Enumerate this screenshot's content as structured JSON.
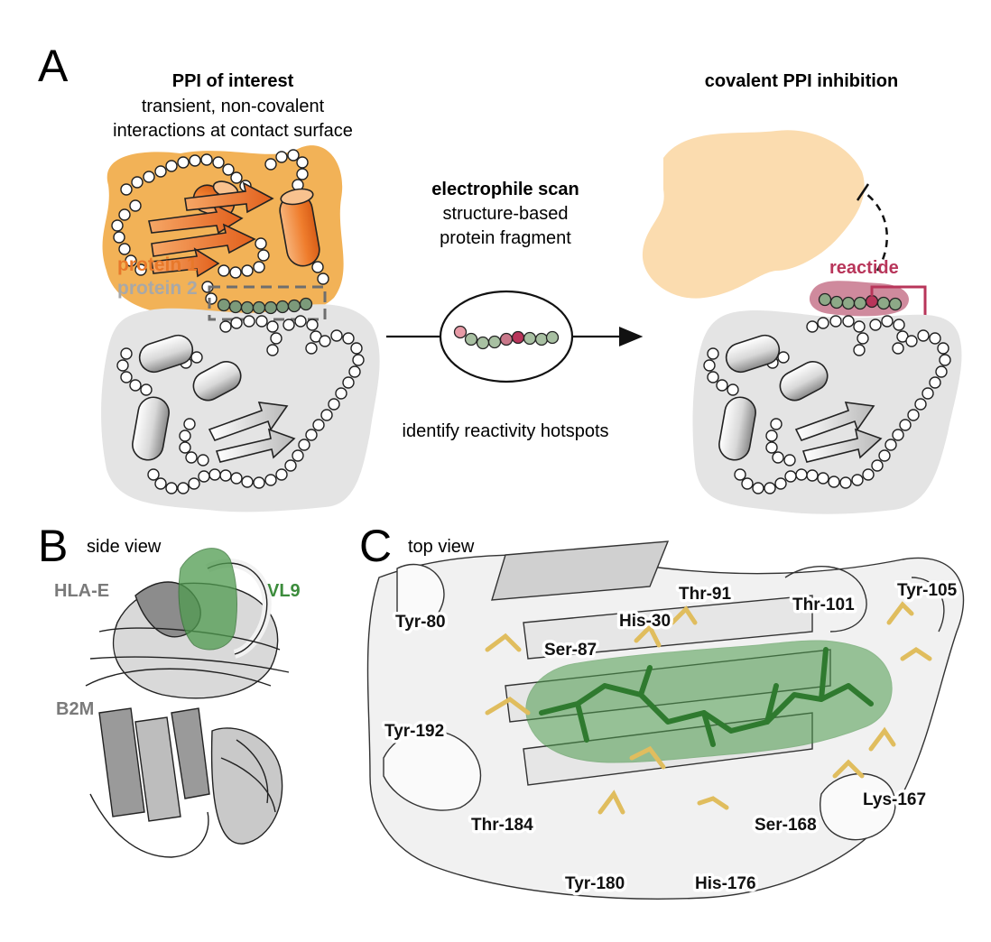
{
  "panel_a": {
    "letter": "A",
    "left_title": "PPI of interest",
    "left_sub1": "transient, non-covalent",
    "left_sub2": "interactions at contact surface",
    "protein1": "protein 1",
    "protein2": "protein 2",
    "mid_title": "electrophile scan",
    "mid_sub1": "structure-based",
    "mid_sub2": "protein fragment",
    "mid_bottom": "identify reactivity hotspots",
    "right_title": "covalent PPI inhibition",
    "reactide": "reactide"
  },
  "panel_b": {
    "letter": "B",
    "view": "side view",
    "hla": "HLA-E",
    "vl9": "VL9",
    "b2m": "B2M"
  },
  "panel_c": {
    "letter": "C",
    "view": "top view",
    "residues": [
      "Tyr-80",
      "Ser-87",
      "His-30",
      "Thr-91",
      "Thr-101",
      "Tyr-105",
      "Tyr-192",
      "Thr-184",
      "Tyr-180",
      "His-176",
      "Ser-168",
      "Lys-167"
    ]
  },
  "colors": {
    "protein1_fill": "#f2b257",
    "protein1_text": "#e8782a",
    "protein2_text": "#a8a8a8",
    "protein2_fill": "#e4e4e4",
    "peptide_green": "#9bb494",
    "reactide_red": "#b8355a",
    "vl9_green": "#3c8c3c",
    "light_orange": "#fbdcaf"
  }
}
